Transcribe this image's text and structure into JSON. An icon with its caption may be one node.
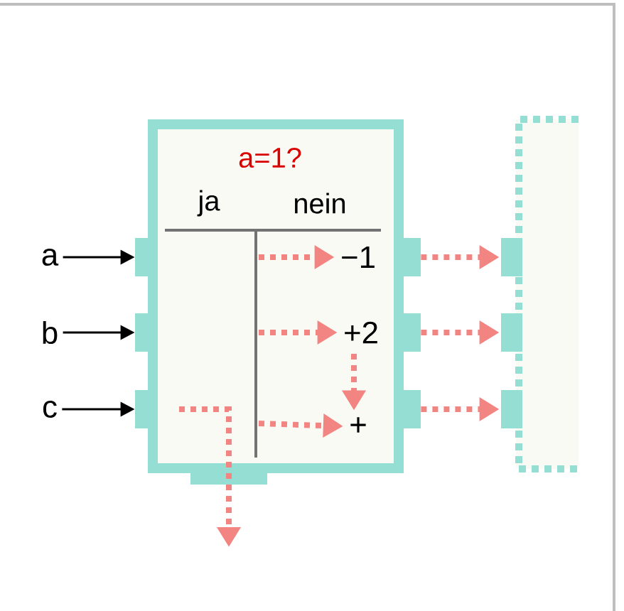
{
  "diagram": {
    "nodes": [
      {
        "text": [
          "a=1?",
          "ja",
          "nein"
        ]
      },
      {
        "text": [
          "a"
        ]
      },
      {
        "text": [
          "b"
        ]
      },
      {
        "text": [
          "c"
        ]
      },
      {
        "text": [],
        "shape": "box"
      },
      {
        "text": [],
        "shape": "box"
      },
      {
        "text": [],
        "shape": "box"
      },
      {
        "text": [],
        "shape": "box"
      },
      {
        "text": [],
        "shape": "box"
      },
      {
        "text": [],
        "shape": "box"
      },
      {
        "text": [],
        "shape": "box"
      },
      {
        "text": [
          "−1"
        ],
        "in": 0
      },
      {
        "text": [
          "+2"
        ],
        "in": 0
      },
      {
        "text": [
          "+"
        ],
        "in": 0
      },
      {
        "text": [],
        "shape": "box"
      },
      {
        "text": [],
        "shape": "box"
      },
      {
        "text": [],
        "shape": "box"
      },
      {
        "text": [],
        "shape": "box"
      }
    ],
    "edges": [
      {
        "from": 1,
        "to": 4,
        "arrow": "to",
        "color": "#000000"
      },
      {
        "from": 2,
        "to": 5,
        "arrow": "to",
        "color": "#000000"
      },
      {
        "from": 3,
        "to": 6,
        "arrow": "to",
        "color": "#000000"
      },
      {
        "from": null,
        "to": 11,
        "arrow": "to",
        "style": "dashed"
      },
      {
        "from": null,
        "to": 12,
        "arrow": "to",
        "style": "dashed"
      },
      {
        "from": null,
        "to": 13,
        "arrow": "to",
        "style": "dashed"
      },
      {
        "from": 12,
        "to": 13,
        "arrow": "to",
        "style": "dashed"
      },
      {
        "from": 6,
        "to": null,
        "arrow": "to",
        "style": "dashed"
      },
      {
        "from": 7,
        "to": 15,
        "arrow": "to",
        "style": "dashed"
      },
      {
        "from": 8,
        "to": 16,
        "arrow": "to",
        "style": "dashed"
      },
      {
        "from": 9,
        "to": 17,
        "arrow": "to",
        "style": "dashed"
      }
    ]
  }
}
